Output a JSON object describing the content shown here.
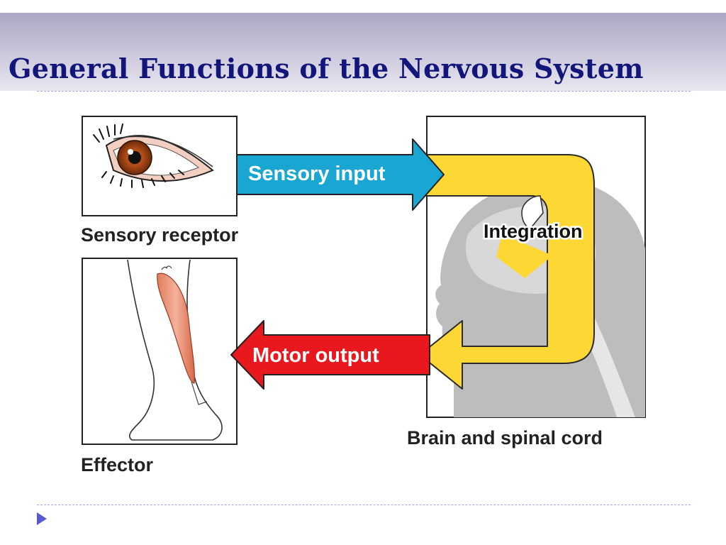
{
  "title": "General Functions of the Nervous System",
  "diagram": {
    "sensory_input": "Sensory input",
    "integration": "Integration",
    "motor_output": "Motor output",
    "sensory_receptor": "Sensory receptor",
    "effector": "Effector",
    "brain_spinal": "Brain and spinal cord"
  },
  "colors": {
    "title": "#12157a",
    "sensory_arrow": "#1aa6d2",
    "motor_arrow": "#e8181e",
    "integration_arrow": "#fdd835",
    "head_silhouette": "#bdbdbd"
  },
  "icons": [
    "eye-icon",
    "leg-icon",
    "head-silhouette-icon",
    "bullet-arrow-icon"
  ]
}
